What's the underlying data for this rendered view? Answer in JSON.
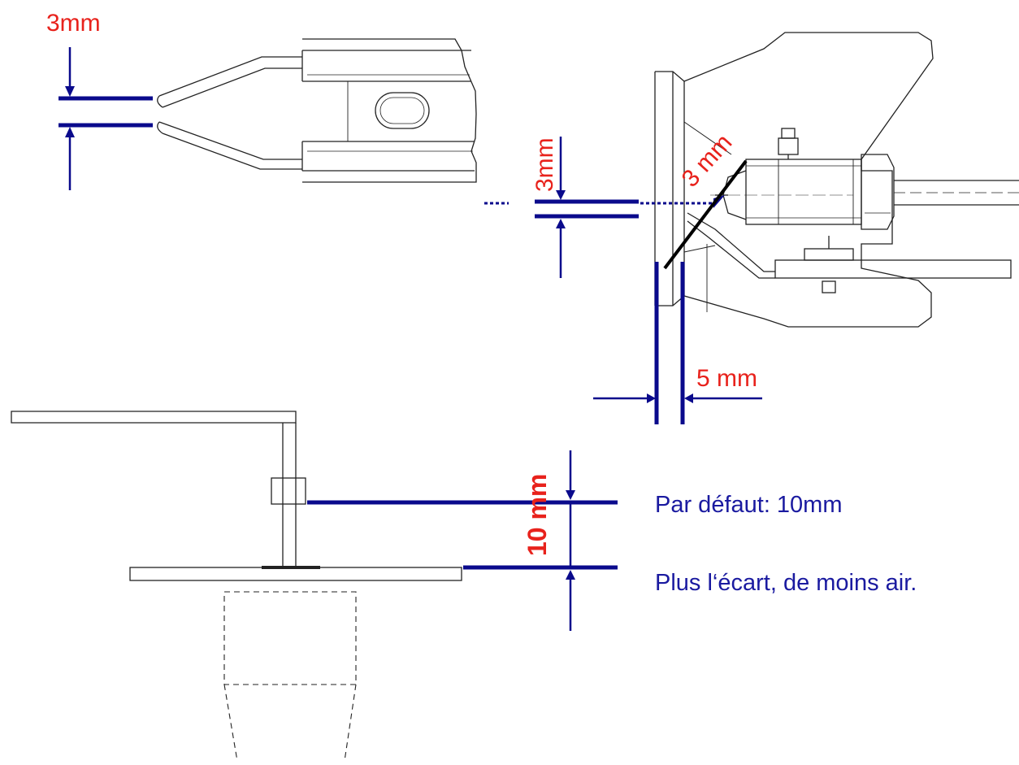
{
  "labels": {
    "electrode_gap": "3mm",
    "vertical_gap": "3mm",
    "angled_gap": "3 mm",
    "horizontal_gap": "5 mm",
    "plate_gap": "10 mm"
  },
  "notes": {
    "default": "Par défaut: 10mm",
    "rule": "Plus l‘écart, de moins air."
  },
  "colors": {
    "dimension_line": "#0a0a8c",
    "dimension_text": "#e8221c",
    "note_text": "#1a1aa0",
    "drawing": "#222222"
  }
}
